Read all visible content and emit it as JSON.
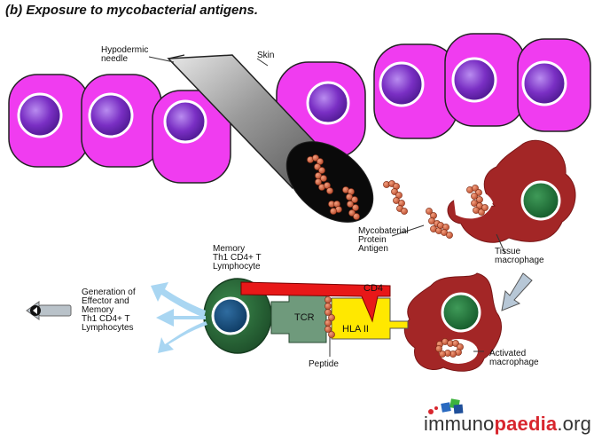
{
  "title": "(b) Exposure to mycobacterial antigens.",
  "labels": {
    "needle": "Hypodermic\nneedle",
    "skin": "Skin",
    "antigen": "Mycobaterial\nProtein\nAntigen",
    "memory": "Memory\nTh1 CD4+ T\nLymphocyte",
    "generation": "Generation of\nEffector and\nMemory\nTh1 CD4+ T\nLymphocytes",
    "tissue_macrophage": "Tissue\nmacrophage",
    "activated_macrophage": "Activated\nmacrophage",
    "peptide": "Peptide",
    "tcr": "TCR",
    "hla": "HLA II",
    "cd4": "CD4"
  },
  "brand": {
    "prefix": "immuno",
    "highlight": "paedia",
    "suffix": ".org"
  },
  "colors": {
    "skin_cell": "#f03cf0",
    "nucleus": "#7a2fc4",
    "antigen_bead": "#d4663f",
    "memory_cell": "#2b6b3a",
    "macrophage": "#a32626",
    "tcr": "#6f9a7c",
    "hla": "#ffe800",
    "cd4": "#e81818",
    "arrow_blue": "#a9d6f2"
  },
  "icons": [
    "back-arrow-icon",
    "brand-logo-icon"
  ]
}
